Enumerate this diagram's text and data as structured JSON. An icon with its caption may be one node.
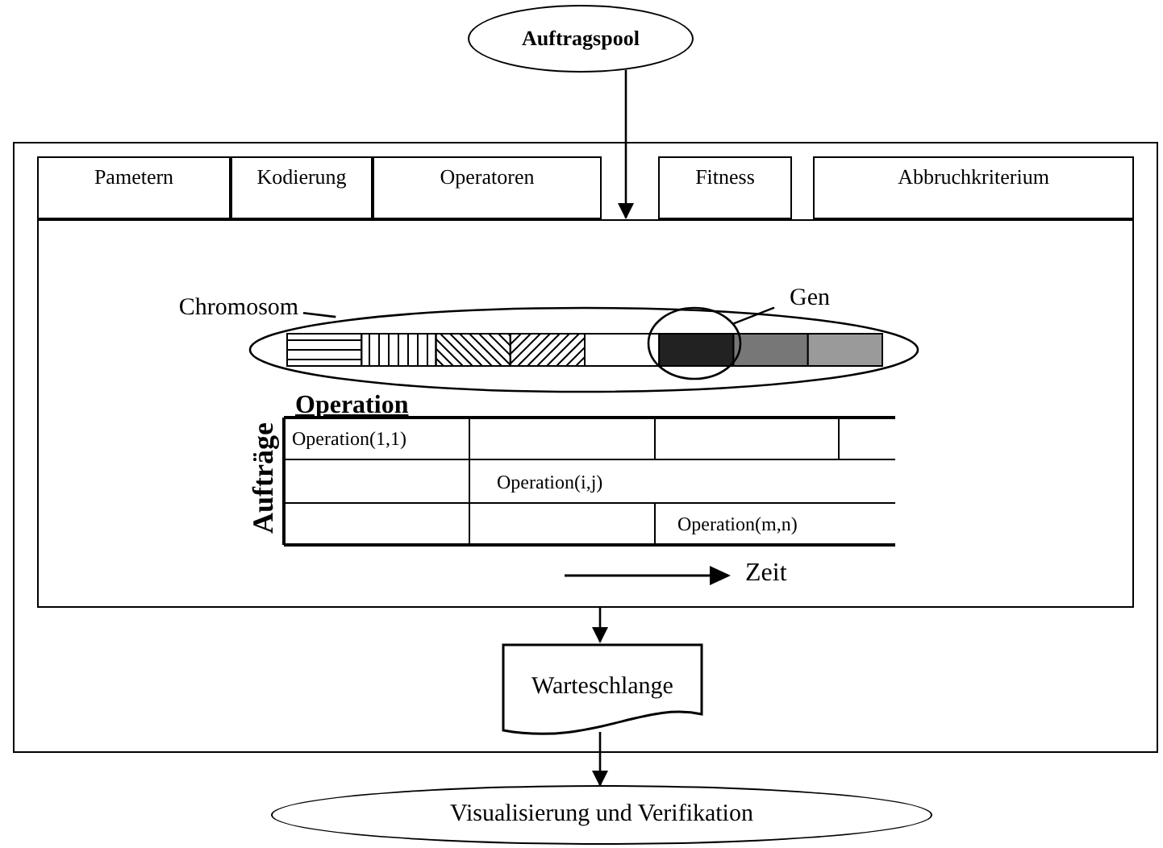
{
  "diagram": {
    "nodes": [
      {
        "text": [
          "Auftragspool"
        ]
      },
      {
        "text": [],
        "shape": "box"
      },
      {
        "text": [
          "Pametern"
        ],
        "in": 1
      },
      {
        "text": [
          "Kodierung"
        ],
        "in": 1
      },
      {
        "text": [
          "Operatoren"
        ],
        "in": 1
      },
      {
        "text": [
          "Fitness"
        ],
        "in": 1
      },
      {
        "text": [
          "Abbruchkriterium"
        ],
        "in": 1
      },
      {
        "text": [],
        "shape": "box",
        "in": 1
      },
      {
        "text": [
          "Warteschlange"
        ],
        "in": 1
      },
      {
        "text": [
          "Visualisierung und Verifikation"
        ]
      },
      {
        "text": [
          "Chromosom"
        ],
        "in": 7
      },
      {
        "text": [],
        "shape": "picture",
        "in": 7
      },
      {
        "text": [
          "Gen"
        ],
        "in": 7
      },
      {
        "text": [],
        "shape": "circle",
        "in": 11
      }
    ],
    "edges": [
      {
        "from": 0,
        "to": 7,
        "arrow": "to"
      },
      {
        "from": 7,
        "to": 8,
        "arrow": "to"
      },
      {
        "from": 8,
        "to": 9,
        "arrow": "to"
      },
      {
        "from": 10,
        "to": 11,
        "arrow": "none"
      },
      {
        "from": 12,
        "to": 13,
        "arrow": "none"
      }
    ],
    "labels": [
      "Operation",
      "Aufträge",
      "Operation(1,1)",
      "Operation(i,j)",
      "Operation(m,n)",
      "Zeit"
    ]
  }
}
